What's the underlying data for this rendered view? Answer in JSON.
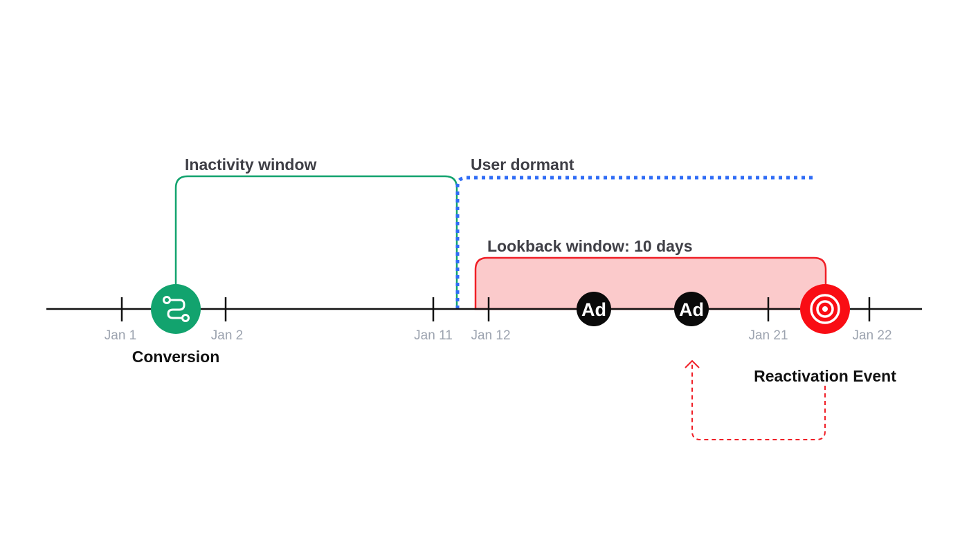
{
  "timeline": {
    "ticks": [
      {
        "label": "Jan 1"
      },
      {
        "label": "Jan 2"
      },
      {
        "label": "Jan 11"
      },
      {
        "label": "Jan 12"
      },
      {
        "label": "Jan 21"
      },
      {
        "label": "Jan 22"
      }
    ]
  },
  "regions": {
    "inactivity_label": "Inactivity window",
    "dormant_label": "User dormant",
    "lookback_label": "Lookback window: 10 days"
  },
  "events": {
    "conversion_label": "Conversion",
    "reactivation_label": "Reactivation Event",
    "ad_label": "Ad"
  },
  "icons": {
    "conversion": "route-icon",
    "reactivation": "target-icon",
    "ad": "ad-badge"
  },
  "colors": {
    "inactivity": "#12a36e",
    "dormant": "#2f6cf6",
    "lookback_stroke": "#f01f27",
    "lookback_fill": "#fbcacb",
    "reactivation": "#f90d14",
    "ad": "#0a0a0a",
    "axis": "#111111",
    "tick_label": "#9ca3af"
  }
}
